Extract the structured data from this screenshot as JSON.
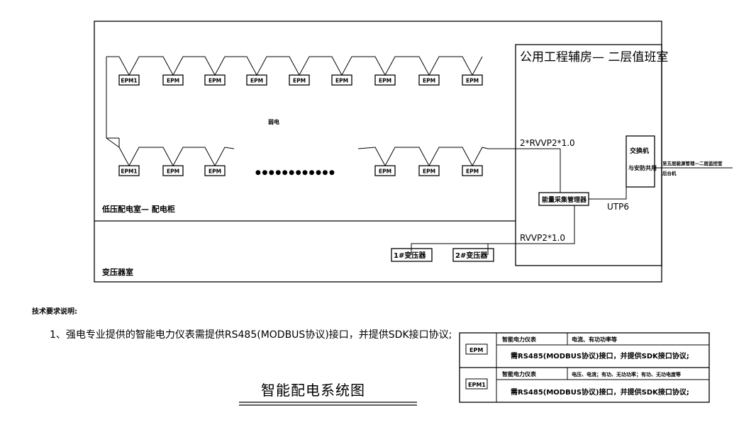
{
  "diagram": {
    "duty_room_title": "公用工程辅房— 二层值班室",
    "weak_current_label": "弱电",
    "cable_top": "2*RVVP2*1.0",
    "cable_bottom": "RVVP2*1.0",
    "switch_label_1": "交换机",
    "switch_label_2": "与安防共用",
    "right_note_1": "至五层能源管理—二层监控室",
    "right_note_2": "后台机",
    "collector_label": "能量采集管理器",
    "utp_label": "UTP6",
    "lv_room_label": "低压配电室— 配电柜",
    "transformer_room_label": "变压器室",
    "transformer_1": "1#变压器",
    "transformer_2": "2#变压器",
    "dots": "●●●●●●●●●●●●",
    "top_row_meters": [
      "EPM1",
      "EPM",
      "EPM",
      "EPM",
      "EPM",
      "EPM",
      "EPM",
      "EPM",
      "EPM"
    ],
    "bottom_row_left_meters": [
      "EPM1",
      "EPM",
      "EPM"
    ],
    "bottom_row_right_meters": [
      "EPM",
      "EPM",
      "EPM"
    ]
  },
  "requirements": {
    "heading": "技术要求说明:",
    "item_1": "1、强电专业提供的智能电力仪表需提供RS485(MODBUS协议)接口，并提供SDK接口协议;"
  },
  "title": "智能配电系统图",
  "legend": {
    "rows": [
      {
        "symbol": "EPM",
        "name": "智能电力仪表",
        "desc": "电流、有功功率等",
        "protocol": "需RS485(MODBUS协议)接口，并提供SDK接口协议;"
      },
      {
        "symbol": "EPM1",
        "name": "智能电力仪表",
        "desc": "电压、电流；有功、无功功率；有功、无功电度等",
        "protocol": "需RS485(MODBUS协议)接口，并提供SDK接口协议;"
      }
    ]
  }
}
